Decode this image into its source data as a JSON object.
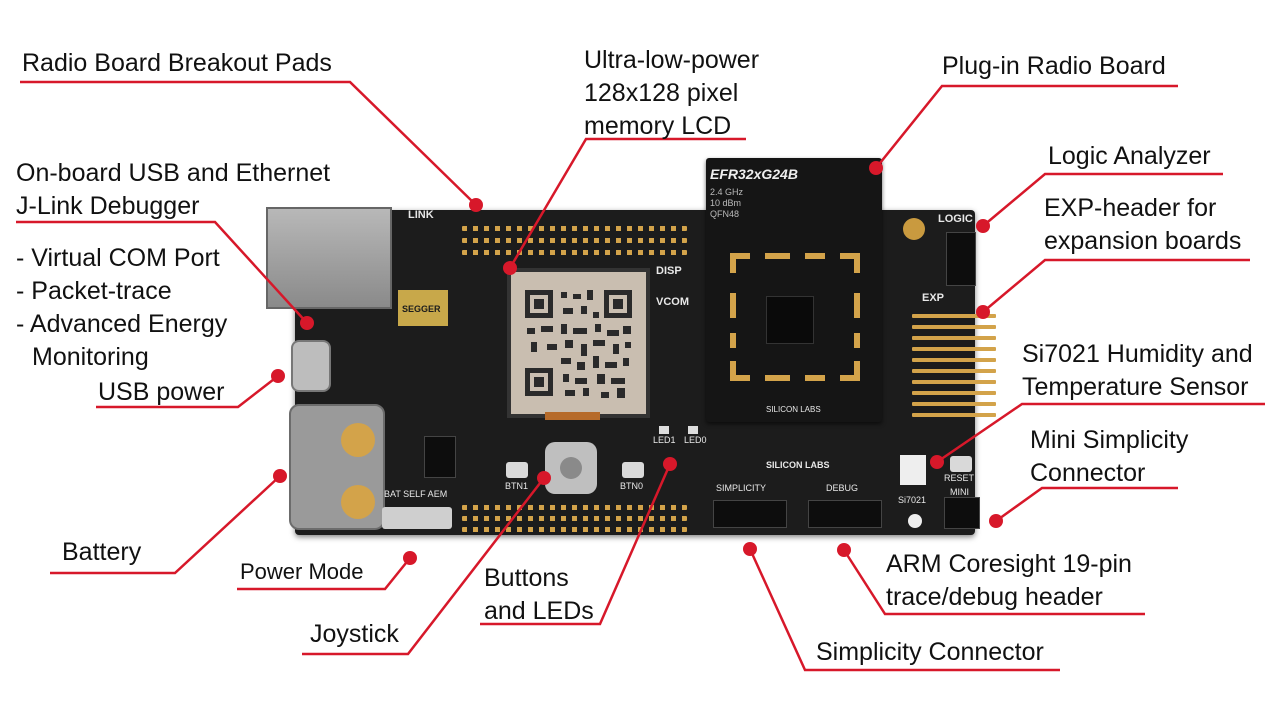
{
  "labels": {
    "radio_board_breakout_pads": "Radio Board Breakout Pads",
    "lcd": [
      "Ultra-low-power",
      "128x128 pixel",
      "memory LCD"
    ],
    "plugin_radio_board": "Plug-in Radio Board",
    "onboard_debugger": [
      "On-board USB and Ethernet",
      "J-Link Debugger"
    ],
    "debugger_features": [
      "- Virtual COM Port",
      "- Packet-trace",
      "- Advanced Energy",
      "  Monitoring"
    ],
    "logic_analyzer": "Logic Analyzer",
    "exp_header": [
      "EXP-header for",
      "expansion boards"
    ],
    "usb_power": "USB power",
    "si7021": [
      "Si7021 Humidity and",
      "Temperature Sensor"
    ],
    "mini_simplicity": [
      "Mini Simplicity",
      "Connector"
    ],
    "battery": "Battery",
    "power_mode": "Power Mode",
    "buttons_leds": [
      "Buttons",
      "and LEDs"
    ],
    "joystick": "Joystick",
    "arm_coresight": [
      "ARM Coresight 19-pin",
      "trace/debug header"
    ],
    "simplicity_connector": "Simplicity Connector"
  },
  "board_silkscreen": {
    "radio_name": "EFR32xG24B",
    "radio_specs": [
      "2.4 GHz",
      "10 dBm",
      "QFN48"
    ],
    "link": "LINK",
    "disp": "DISP",
    "vcom": "VCOM",
    "logic": "LOGIC",
    "exp": "EXP",
    "led1": "LED1",
    "led0": "LED0",
    "btn1": "BTN1",
    "btn0": "BTN0",
    "bat_self_aem": "BAT SELF AEM",
    "simplicity": "SIMPLICITY",
    "debug": "DEBUG",
    "si7021_tag": "Si7021",
    "reset": "RESET",
    "mini": "MINI",
    "silicon_labs_radio": "SILICON LABS",
    "silicon_labs_board": "SILICON LABS",
    "segger": "SEGGER"
  },
  "colors": {
    "leader_line": "#d7182a",
    "board": "#1c1c1c",
    "gold": "#d3a34a"
  }
}
